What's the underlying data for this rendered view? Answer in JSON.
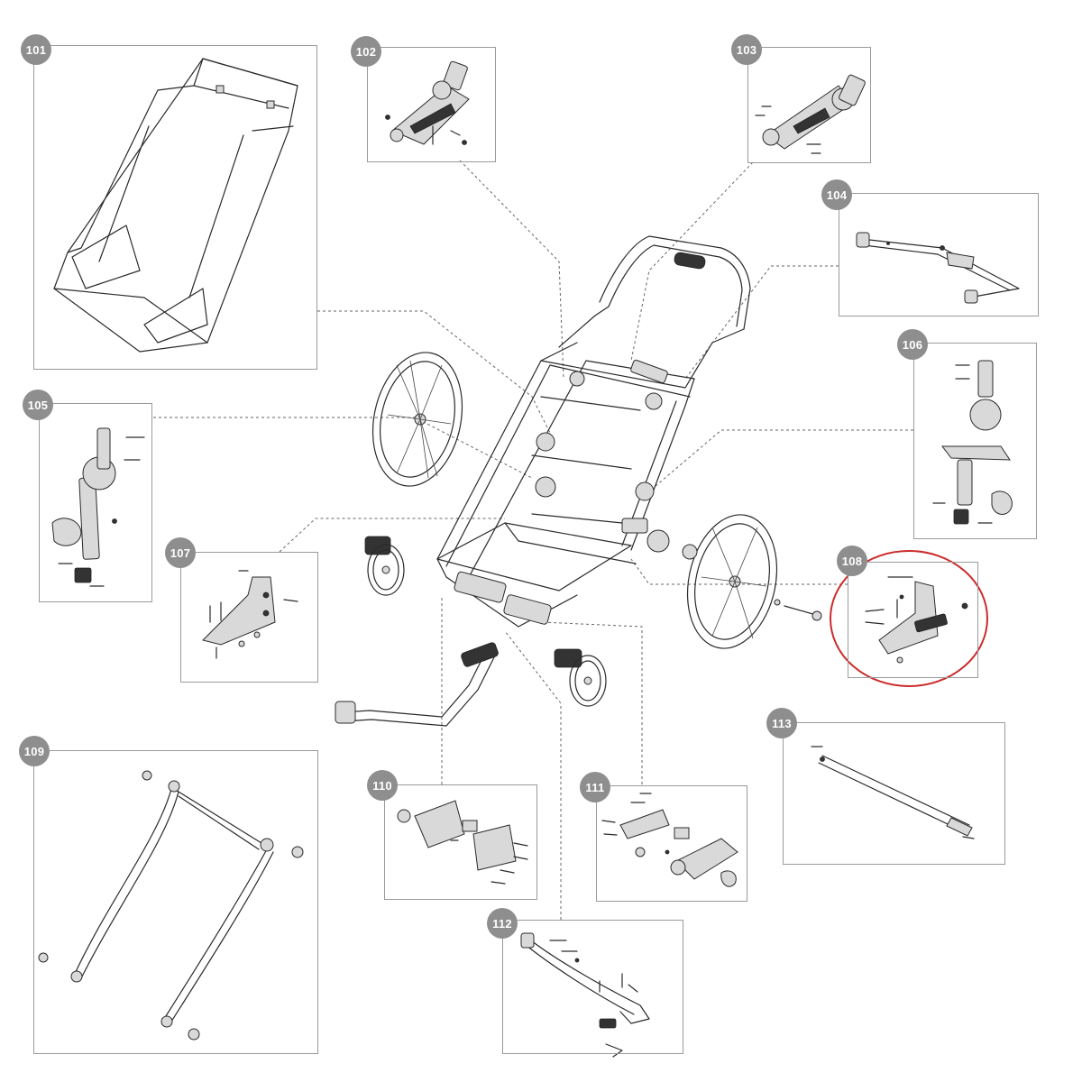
{
  "diagram": {
    "highlight_color": "#cc2b2b",
    "callout_color": "#8e8e8e",
    "highlighted_part": "108",
    "parts": [
      {
        "id": "p101",
        "label": "101",
        "depicts": "seat fabric shell"
      },
      {
        "id": "p102",
        "label": "102",
        "depicts": "handlebar hinge bracket"
      },
      {
        "id": "p103",
        "label": "103",
        "depicts": "handlebar hinge bracket right"
      },
      {
        "id": "p104",
        "label": "104",
        "depicts": "push bar with brake handle"
      },
      {
        "id": "p105",
        "label": "105",
        "depicts": "side frame hinge left"
      },
      {
        "id": "p106",
        "label": "106",
        "depicts": "side frame hinge right"
      },
      {
        "id": "p107",
        "label": "107",
        "depicts": "wheel mount bracket left"
      },
      {
        "id": "p108",
        "label": "108",
        "depicts": "wheel mount bracket right"
      },
      {
        "id": "p109",
        "label": "109",
        "depicts": "roll bar frame tubes"
      },
      {
        "id": "p110",
        "label": "110",
        "depicts": "swivel wheel mount"
      },
      {
        "id": "p111",
        "label": "111",
        "depicts": "tow arm hitch parts"
      },
      {
        "id": "p112",
        "label": "112",
        "depicts": "tow arm"
      },
      {
        "id": "p113",
        "label": "113",
        "depicts": "cross tube"
      }
    ]
  }
}
